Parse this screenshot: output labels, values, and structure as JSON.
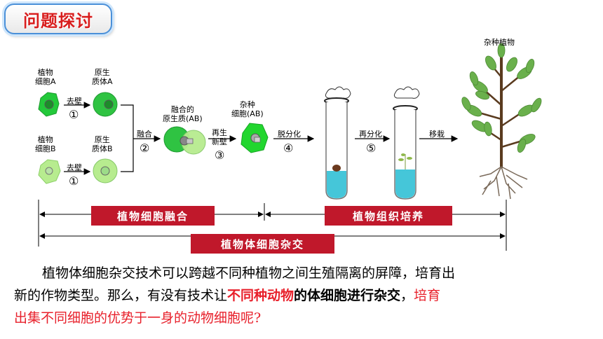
{
  "header": {
    "badge": "问题探讨"
  },
  "diagram": {
    "cell_a": "植物\n细胞A",
    "cell_b": "植物\n细胞B",
    "protoplast_a": "原生\n质体A",
    "protoplast_b": "原生\n质体B",
    "remove_wall": "去壁",
    "fusion": "融合",
    "fused_protoplast": "融合的\n原生质(AB)",
    "hybrid_cell": "杂种\n细胞(AB)",
    "regen_wall": "再生\n新壁",
    "dediff": "脱分化",
    "rediff": "再分化",
    "transplant": "移栽",
    "hybrid_plant": "杂种植物",
    "n1": "①",
    "n2": "②",
    "n3": "③",
    "n4": "④",
    "n5": "⑤",
    "bar_fusion": "植物细胞融合",
    "bar_culture": "植物组织培养",
    "bar_hybrid": "植物体细胞杂交"
  },
  "text": {
    "p1": "植物体细胞杂交技术可以跨越不同种植物之间生殖隔离的屏障，培育出",
    "p2a": "新的作物类型。那么，有没有技术让",
    "p2b": "不同种动物",
    "p2c": "的体细胞进行杂交",
    "p2d": "，",
    "p2e": "培育",
    "p3": "出集不同细胞的优势于一身的动物细胞呢?"
  },
  "colors": {
    "accent_red": "#c0182b",
    "text_red": "#e8202b",
    "cell_green": "#3dbd3d",
    "light_green": "#b7ec8f",
    "water": "#47c7d8",
    "leaf": "#6ab04c"
  }
}
